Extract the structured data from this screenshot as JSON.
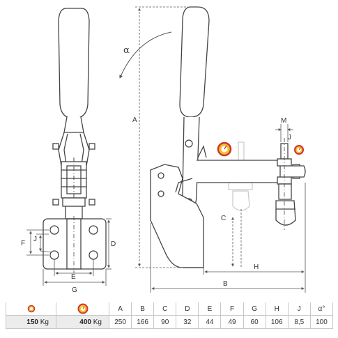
{
  "labels": {
    "alpha": "α",
    "A": "A",
    "B": "B",
    "C_left": "C",
    "D": "D",
    "E": "E",
    "F": "F",
    "G": "G",
    "H": "H",
    "J_top": "J",
    "J_left": "J",
    "M": "M"
  },
  "icons": {
    "small_force": "gauge-small-icon",
    "large_force": "gauge-large-icon"
  },
  "colors": {
    "accent_red": "#d0342c",
    "accent_yellow": "#f2c12e",
    "line": "#444444",
    "ghost": "#c8c8c8"
  },
  "table": {
    "headers": [
      "A",
      "B",
      "C",
      "D",
      "E",
      "F",
      "G",
      "H",
      "J",
      "α°"
    ],
    "force_small": "150",
    "force_large": "400",
    "force_unit": "Kg",
    "values": [
      "250",
      "166",
      "90",
      "32",
      "44",
      "49",
      "60",
      "106",
      "8,5",
      "100"
    ]
  }
}
